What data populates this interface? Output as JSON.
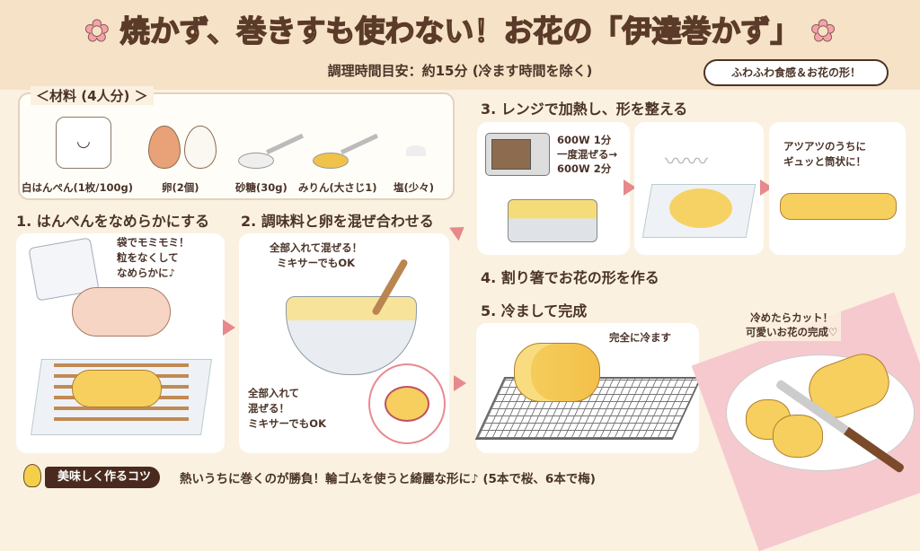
{
  "header": {
    "title_part1": "焼かず、巻きすも使わない！",
    "title_part2": "お花の「伊達巻かず」",
    "subtitle": "調理時間目安：約15分 (冷ます時間を除く)",
    "bubble": "ふわふわ食感＆お花の形！",
    "deco_icon": "sakura-icon"
  },
  "ingredients": {
    "heading": "＜材料 (4人分) ＞",
    "items": [
      {
        "label": "白はんぺん(1枚/100g)",
        "icon": "hanpen-icon"
      },
      {
        "label": "卵(2個)",
        "icon": "eggs-icon"
      },
      {
        "label": "砂糖(30g)",
        "icon": "sugar-spoon-icon"
      },
      {
        "label": "みりん(大さじ1)",
        "icon": "mirin-spoon-icon"
      },
      {
        "label": "塩(少々)",
        "icon": "salt-icon"
      }
    ]
  },
  "steps": [
    {
      "heading": "1. はんぺんをなめらかにする",
      "note": "袋でモミモミ！\n粒をなくして\nなめらかに♪"
    },
    {
      "heading": "2. 調味料と卵を混ぜ合わせる",
      "note": "全部入れて混ぜる！\nミキサーでもOK",
      "note2": "全部入れて\n混ぜる！\nミキサーでもOK"
    },
    {
      "heading": "3. レンジで加熱し、形を整える",
      "microwave": "600W 1分\n一度混ぜる→\n600W 2分",
      "roll_note": "アツアツのうちに\nギュッと筒状に！"
    },
    {
      "heading": "4. 割り箸でお花の形を作る"
    },
    {
      "heading": "5. 冷まして完成",
      "cool_note": "完全に冷ます",
      "final_note": "冷めたらカット！\n可愛いお花の完成♡"
    }
  ],
  "tip": {
    "badge": "美味しく作るコツ",
    "text": "熱いうちに巻くのが勝負！輪ゴムを使うと綺麗な形に♪ (5本で桜、6本で梅)"
  }
}
